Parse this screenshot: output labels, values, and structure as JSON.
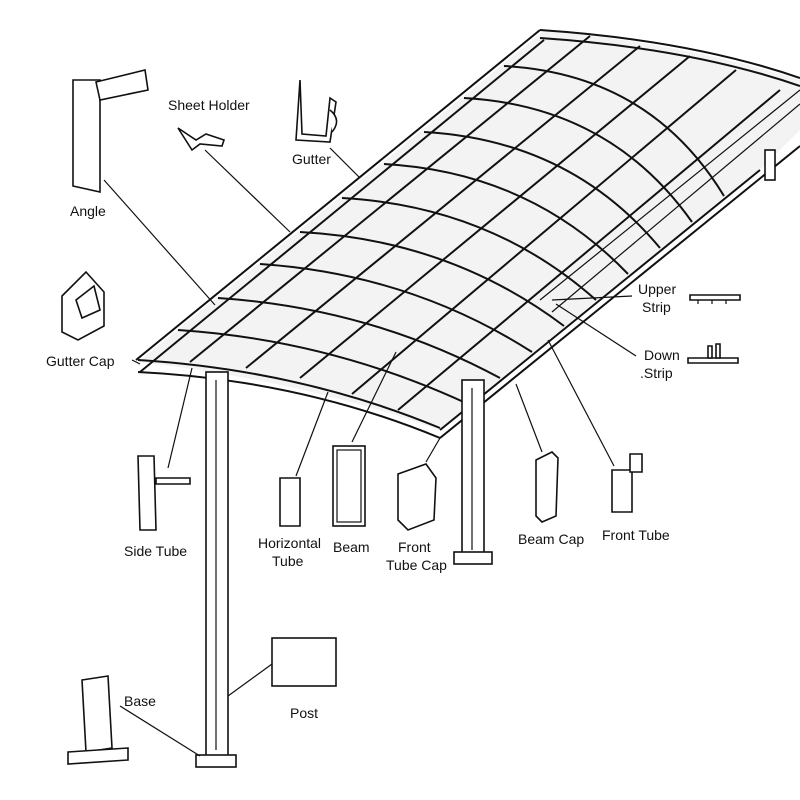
{
  "labels": {
    "angle": "Angle",
    "sheet_holder": "Sheet Holder",
    "gutter": "Gutter",
    "gutter_cap": "Gutter Cap",
    "upper_strip_1": "Upper",
    "upper_strip_2": "Strip",
    "down_strip_1": "Down",
    "down_strip_2": ".Strip",
    "side_tube": "Side Tube",
    "horizontal_tube_1": "Horizontal",
    "horizontal_tube_2": "Tube",
    "beam": "Beam",
    "front_tube_cap_1": "Front",
    "front_tube_cap_2": "Tube Cap",
    "beam_cap": "Beam Cap",
    "front_tube": "Front Tube",
    "post": "Post",
    "base": "Base"
  }
}
